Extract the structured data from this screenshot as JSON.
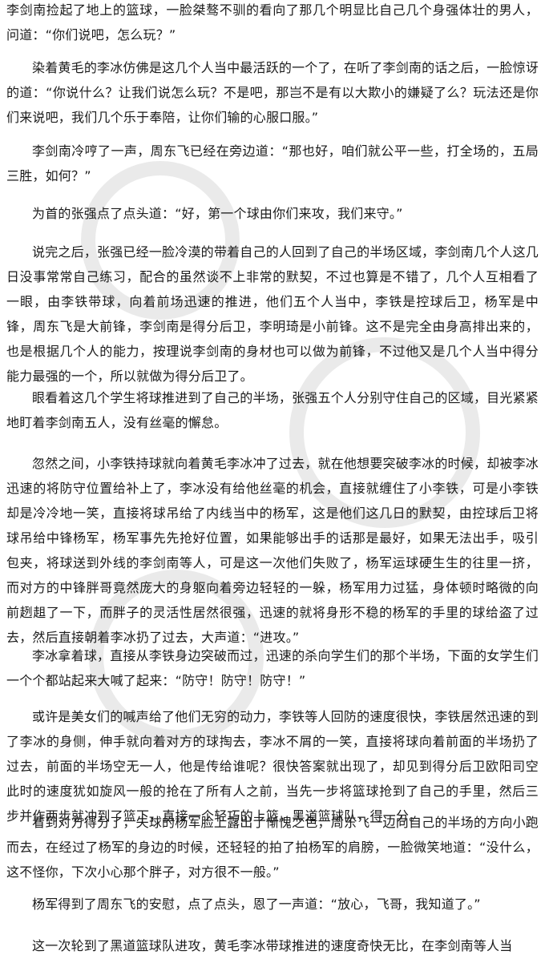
{
  "document": {
    "paragraphs": [
      "李剑南捡起了地上的篮球，一脸桀骜不驯的看向了那几个明显比自己几个身强体壮的男人，问道：“你们说吧，怎么玩？”",
      "染着黄毛的李冰仿佛是这几个人当中最活跃的一个了，在听了李剑南的话之后，一脸惊讶的道：“你说什么？让我们说怎么玩？不是吧，那岂不是有以大欺小的嫌疑了么？玩法还是你们来说吧，我们几个乐于奉陪，让你们输的心服口服。”",
      "李剑南冷哼了一声，周东飞已经在旁边道：“那也好，咱们就公平一些，打全场的，五局三胜，如何？”",
      "为首的张强点了点头道：“好，第一个球由你们来攻，我们来守。”",
      "说完之后，张强已经一脸冷漠的带着自己的人回到了自己的半场区域，李剑南几个人这几日没事常常自己练习，配合的虽然谈不上非常的默契，不过也算是不错了，几个人互相看了一眼，由李铁带球，向着前场迅速的推进，他们五个人当中，李铁是控球后卫，杨军是中锋，周东飞是大前锋，李剑南是得分后卫，李明琦是小前锋。这不是完全由身高排出来的，也是根据几个人的能力，按理说李剑南的身材也可以做为前锋，不过他又是几个人当中得分能力最强的一个，所以就做为得分后卫了。",
      "眼看着这几个学生将球推进到了自己的半场，张强五个人分别守住自己的区域，目光紧紧地盯着李剑南五人，没有丝毫的懈怠。",
      "忽然之间，小李铁持球就向着黄毛李冰冲了过去，就在他想要突破李冰的时候，却被李冰迅速的将防守位置给补上了，李冰没有给他丝毫的机会，直接就缠住了小李铁，可是小李铁却是冷冷地一笑，直接将球吊给了内线当中的杨军，这是他们这几日的默契，由控球后卫将球吊给中锋杨军，杨军事先先抢好位置，如果能够出手的话那是最好，如果无法出手，吸引包夹，将球送到外线的李剑南等人，可是这一次他们失败了，杨军运球硬生生的往里一挤，而对方的中锋胖哥竟然庞大的身躯向着旁边轻轻的一躲，杨军用力过猛，身体顿时略微的向前趔趄了一下，而胖子的灵活性居然很强，迅速的就将身形不稳的杨军的手里的球给盗了过去，然后直接朝着李冰扔了过去，大声道：“进攻。”",
      "李冰拿着球，直接从李铁身边突破而过，迅速的杀向学生们的那个半场，下面的女学生们一个个都站起来大喊了起来：“防守！防守！防守！”",
      "或许是美女们的喊声给了他们无穷的动力，李铁等人回防的速度很快，李铁居然迅速的到了李冰的身侧，伸手就向着对方的球掏去，李冰不屑的一笑，直接将球向着前面的半场扔了过去，前面的半场空无一人，他是传给谁呢？很快答案就出现了，却见到得分后卫欧阳司空此时的速度犹如旋风一般的抢在了所有人之前，当先一步将篮球抢到了自己的手里，然后三步并作两步就冲到了篮下，直接一个轻巧的上篮，黑道篮球队，得一分。",
      "看到对方得分了，失球的杨军脸上露出了惭愧之色，周东飞一边向自己的半场的方向小跑而去，在经过了杨军的身边的时候，还轻轻的拍了拍杨军的肩膀，一脸微笑地道：“没什么，这不怪你，下次小心那个胖子，对方很不一般。”",
      "杨军得到了周东飞的安慰，点了点头，恩了一声道：“放心，飞哥，我知道了。”",
      "这一次轮到了黑道篮球队进攻，黄毛李冰带球推进的速度奇快无比，在李剑南等人当"
    ]
  }
}
